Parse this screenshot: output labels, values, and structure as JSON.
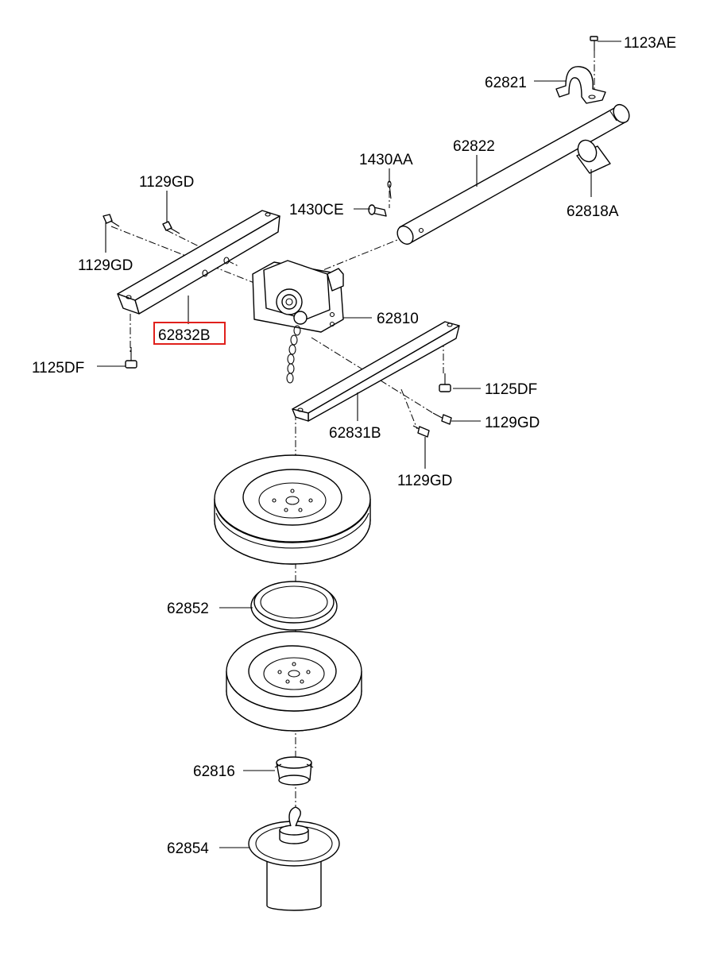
{
  "labels": {
    "p1123AE": "1123AE",
    "p62821": "62821",
    "p62822": "62822",
    "p1430AA": "1430AA",
    "p1430CE": "1430CE",
    "p62818A": "62818A",
    "p1129GD_top": "1129GD",
    "p1129GD_left": "1129GD",
    "p62832B": "62832B",
    "p1125DF_left": "1125DF",
    "p62810": "62810",
    "p1125DF_right": "1125DF",
    "p1129GD_right": "1129GD",
    "p62831B": "62831B",
    "p1129GD_bottom": "1129GD",
    "p62852": "62852",
    "p62816": "62816",
    "p62854": "62854"
  },
  "highlight": {
    "part": "62832B",
    "color": "#e0201c"
  }
}
